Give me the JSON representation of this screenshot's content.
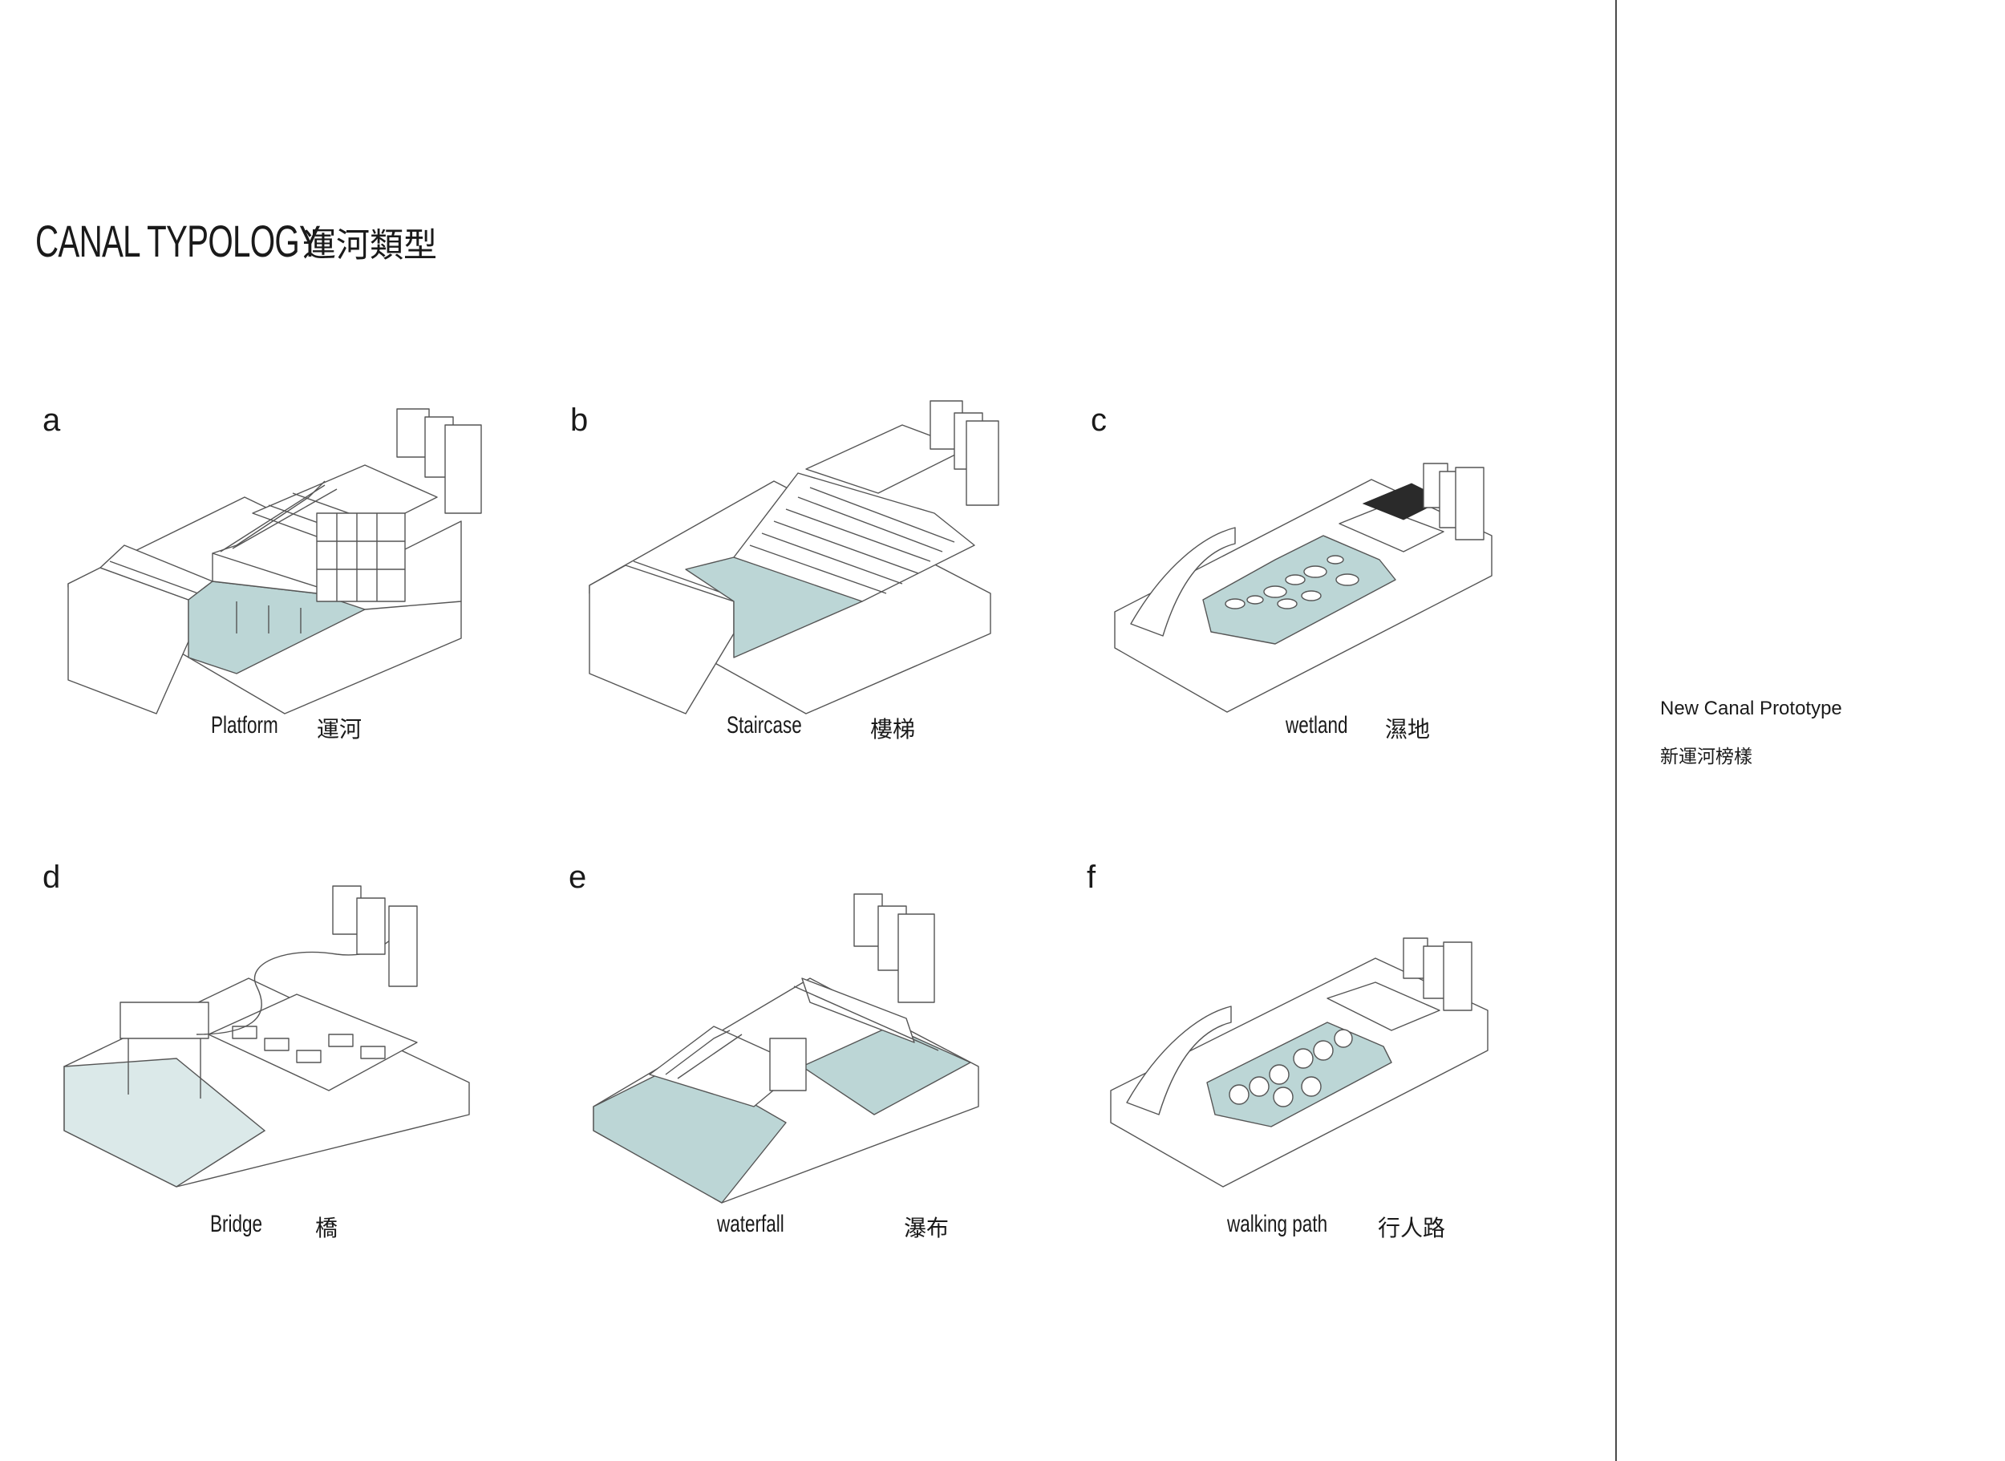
{
  "title": {
    "en": "CANAL TYPOLOGY",
    "zh": "運河類型"
  },
  "sidebar": {
    "en": "New Canal Prototype",
    "zh": "新運河榜樣"
  },
  "panels": [
    {
      "letter": "a",
      "en": "Platform",
      "zh": "運河"
    },
    {
      "letter": "b",
      "en": "Staircase",
      "zh": "樓梯"
    },
    {
      "letter": "c",
      "en": "wetland",
      "zh": "濕地"
    },
    {
      "letter": "d",
      "en": "Bridge",
      "zh": "橋"
    },
    {
      "letter": "e",
      "en": "waterfall",
      "zh": "瀑布"
    },
    {
      "letter": "f",
      "en": "walking path",
      "zh": "行人路"
    }
  ],
  "colors": {
    "water": "#bcd6d6",
    "line": "#555555",
    "ink": "#1a1a1a"
  }
}
